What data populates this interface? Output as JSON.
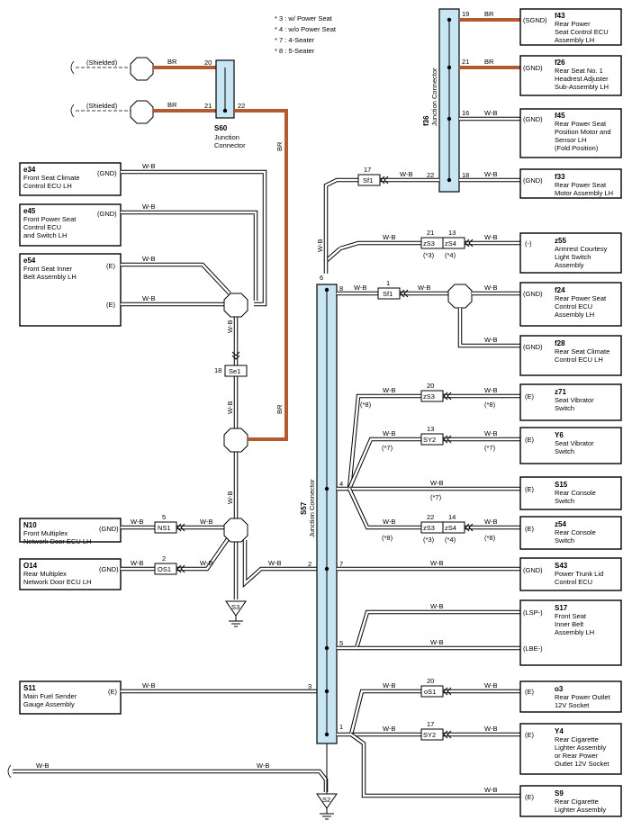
{
  "notes": [
    "* 3 : w/ Power Seat",
    "* 4 : w/o Power Seat",
    "* 7 : 4-Seater",
    "* 8 : 5-Seater"
  ],
  "shield_labels": {
    "top": "(Shielded)",
    "bottom": "(Shielded)"
  },
  "wire_colors": {
    "br": "BR",
    "wb": "W-B"
  },
  "colors": {
    "junction_fill": "#c7e5f3",
    "br_wire": "#b55a30"
  },
  "junctions": {
    "s60": {
      "code": "S60",
      "line1": "Junction",
      "line2": "Connector",
      "pins": {
        "p20": "20",
        "p21": "21",
        "p22": "22"
      }
    },
    "f36": {
      "code": "f36",
      "name": "Junction Connector",
      "pins": {
        "p19": "19",
        "p21": "21",
        "p16": "16",
        "p18": "18",
        "p22": "22"
      }
    },
    "s57": {
      "code": "S57",
      "name": "Junction Connector",
      "pins": {
        "p6": "6",
        "p8": "8",
        "p4": "4",
        "p2": "2",
        "p7": "7",
        "p5": "5",
        "p3": "3",
        "p1": "1"
      }
    }
  },
  "components_left": [
    {
      "code": "e34",
      "lines": [
        "Front Seat Climate",
        "Control ECU LH"
      ],
      "term": "(GND)"
    },
    {
      "code": "e45",
      "lines": [
        "Front Power Seat",
        "Control ECU",
        "and Switch LH"
      ],
      "term": "(GND)"
    },
    {
      "code": "e54",
      "lines": [
        "Front Seat Inner",
        "Belt Assembly LH"
      ],
      "term1": "(E)",
      "term2": "(E)"
    },
    {
      "code": "N10",
      "lines": [
        "Front Multiplex",
        "Network Door ECU LH"
      ],
      "term": "(GND)"
    },
    {
      "code": "O14",
      "lines": [
        "Rear Multiplex",
        "Network Door ECU LH"
      ],
      "term": "(GND)"
    },
    {
      "code": "S11",
      "lines": [
        "Main Fuel Sender",
        "Gauge Assembly"
      ],
      "term": "(E)"
    }
  ],
  "components_right": [
    {
      "code": "f43",
      "lines": [
        "Rear Power",
        "Seat Control ECU",
        "Assembly LH"
      ],
      "term": "(SGND)"
    },
    {
      "code": "f26",
      "lines": [
        "Rear Seat No. 1",
        "Headrest Adjuster",
        "Sub-Assembly LH"
      ],
      "term": "(GND)"
    },
    {
      "code": "f45",
      "lines": [
        "Rear Power Seat",
        "Position Motor and",
        "Sensor LH",
        "(Fold Position)"
      ],
      "term": "(GND)"
    },
    {
      "code": "f33",
      "lines": [
        "Rear Power Seat",
        "Motor Assembly LH"
      ],
      "term": "(GND)"
    },
    {
      "code": "z55",
      "lines": [
        "Armrest Courtesy",
        "Light Switch",
        "Assembly"
      ],
      "term": "(-)"
    },
    {
      "code": "f24",
      "lines": [
        "Rear Power Seat",
        "Control ECU",
        "Assembly LH"
      ],
      "term": "(GND)"
    },
    {
      "code": "f28",
      "lines": [
        "Rear Seat Climate",
        "Control ECU LH"
      ],
      "term": "(GND)"
    },
    {
      "code": "z71",
      "lines": [
        "Seat Vibrator",
        "Switch"
      ],
      "term": "(E)"
    },
    {
      "code": "Y6",
      "lines": [
        "Seat Vibrator",
        "Switch"
      ],
      "term": "(E)"
    },
    {
      "code": "S15",
      "lines": [
        "Rear Console",
        "Switch"
      ],
      "term": "(E)"
    },
    {
      "code": "z54",
      "lines": [
        "Rear Console",
        "Switch"
      ],
      "term": "(E)"
    },
    {
      "code": "S43",
      "lines": [
        "Power Trunk Lid",
        "Control ECU"
      ],
      "term": "(GND)"
    },
    {
      "code": "S17",
      "lines": [
        "Front Seat",
        "Inner Belt",
        "Assembly LH"
      ],
      "term1": "(LSP-)",
      "term2": "(LBE-)"
    },
    {
      "code": "o3",
      "lines": [
        "Rear Power Outlet",
        "12V Socket"
      ],
      "term": "(E)"
    },
    {
      "code": "Y4",
      "lines": [
        "Rear Cigarette",
        "Lighter Assembly",
        "or Rear Power",
        "Outlet 12V Socket"
      ],
      "term": "(E)"
    },
    {
      "code": "S9",
      "lines": [
        "Rear Cigarette",
        "Lighter Assembly"
      ],
      "term": "(E)"
    }
  ],
  "inline_connectors": {
    "sf1a": {
      "name": "Sf1",
      "pin": "17"
    },
    "sf1b": {
      "name": "Sf1",
      "pin": "1"
    },
    "zs3a": {
      "name": "zS3",
      "pin": "21",
      "note": "(*3)"
    },
    "zs4a": {
      "name": "zS4",
      "pin": "13",
      "note": "(*4)"
    },
    "se1": {
      "name": "Se1",
      "pin": "18"
    },
    "zs3b": {
      "name": "zS3",
      "pin": "20",
      "note_l": "(*8)",
      "note_r": "(*8)"
    },
    "sy2a": {
      "name": "SY2",
      "pin": "13",
      "note_l": "(*7)",
      "note_r": "(*7)"
    },
    "s15note": "(*7)",
    "zs3c": {
      "name": "zS3",
      "pin": "22",
      "note_l": "(*8)",
      "note": "(*3)"
    },
    "zs4c": {
      "name": "zS4",
      "pin": "14",
      "note": "(*4)",
      "note_r": "(*8)"
    },
    "ns1": {
      "name": "NS1",
      "pin": "5"
    },
    "os1a": {
      "name": "OS1",
      "pin": "2"
    },
    "os1b": {
      "name": "oS1",
      "pin": "20"
    },
    "sy2b": {
      "name": "SY2",
      "pin": "17"
    }
  },
  "grounds": {
    "s3": "S3",
    "s2": "S2"
  }
}
